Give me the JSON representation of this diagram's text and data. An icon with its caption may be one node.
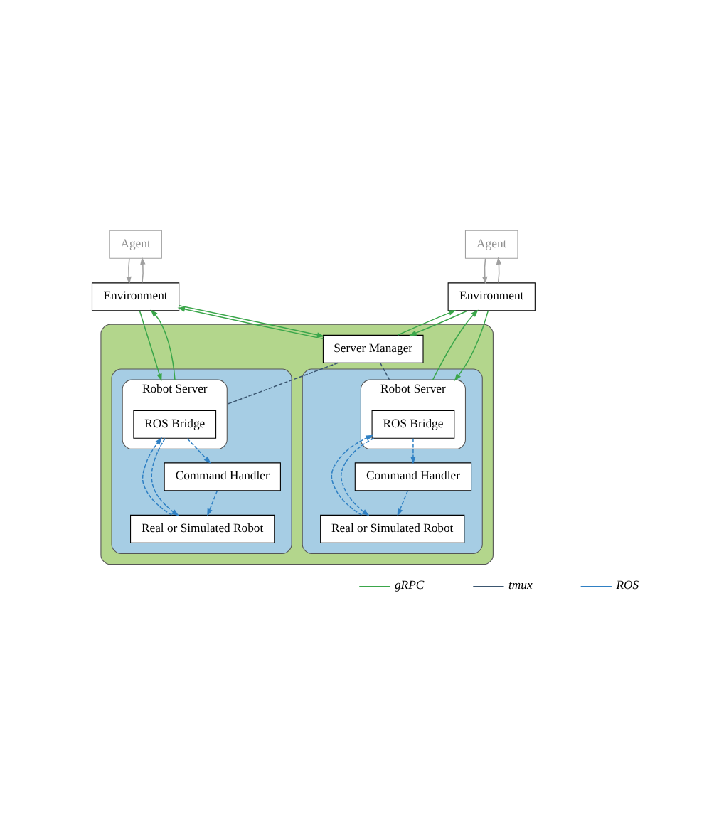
{
  "diagram": {
    "nodes": [
      {
        "text": [
          "Agent"
        ]
      },
      {
        "text": [
          "Environment"
        ]
      },
      {
        "text": [
          "Agent"
        ]
      },
      {
        "text": [
          "Environment"
        ]
      },
      {
        "text": [],
        "shape": "box"
      },
      {
        "text": [
          "Server Manager"
        ],
        "in": 4
      },
      {
        "text": [],
        "shape": "box",
        "in": 4
      },
      {
        "text": [
          "Robot Server"
        ],
        "in": 6
      },
      {
        "text": [
          "ROS Bridge"
        ],
        "in": 7
      },
      {
        "text": [
          "Command Handler"
        ],
        "in": 6
      },
      {
        "text": [
          "Real or Simulated Robot"
        ],
        "in": 6
      },
      {
        "text": [],
        "shape": "box",
        "in": 4
      },
      {
        "text": [
          "Robot Server"
        ],
        "in": 11
      },
      {
        "text": [
          "ROS Bridge"
        ],
        "in": 12
      },
      {
        "text": [
          "Command Handler"
        ],
        "in": 11
      },
      {
        "text": [
          "Real or Simulated Robot"
        ],
        "in": 11
      }
    ],
    "edges": [
      {
        "from": 0,
        "to": 1,
        "arrow": "to",
        "color": "#a0a0a0"
      },
      {
        "from": 1,
        "to": 0,
        "arrow": "to",
        "color": "#a0a0a0"
      },
      {
        "from": 2,
        "to": 3,
        "arrow": "to",
        "color": "#a0a0a0"
      },
      {
        "from": 3,
        "to": 2,
        "arrow": "to",
        "color": "#a0a0a0"
      },
      {
        "from": 1,
        "to": 7,
        "arrow": "to"
      },
      {
        "from": 7,
        "to": 1,
        "arrow": "to"
      },
      {
        "from": 1,
        "to": 5,
        "arrow": "to"
      },
      {
        "from": 5,
        "to": 1,
        "arrow": "to"
      },
      {
        "from": 5,
        "to": 3,
        "arrow": "to"
      },
      {
        "from": 3,
        "to": 5,
        "arrow": "to"
      },
      {
        "from": 3,
        "to": 12,
        "arrow": "to"
      },
      {
        "from": 12,
        "to": 3,
        "arrow": "to"
      },
      {
        "from": 5,
        "to": 7,
        "arrow": "none",
        "style": "dashed",
        "color": "#3b5670"
      },
      {
        "from": 5,
        "to": 12,
        "arrow": "none",
        "style": "dashed",
        "color": "#3b5670"
      },
      {
        "from": 8,
        "to": 9,
        "arrow": "to",
        "style": "dashed",
        "color": "#2f80c4"
      },
      {
        "from": 8,
        "to": 10,
        "arrow": "to",
        "style": "dashed",
        "color": "#2f80c4"
      },
      {
        "from": 10,
        "to": 8,
        "arrow": "to",
        "style": "dashed",
        "color": "#2f80c4"
      },
      {
        "from": 9,
        "to": 10,
        "arrow": "to",
        "style": "dashed",
        "color": "#2f80c4"
      },
      {
        "from": 13,
        "to": 14,
        "arrow": "to",
        "style": "dashed",
        "color": "#2f80c4"
      },
      {
        "from": 13,
        "to": 15,
        "arrow": "to",
        "style": "dashed",
        "color": "#2f80c4"
      },
      {
        "from": 15,
        "to": 13,
        "arrow": "to",
        "style": "dashed",
        "color": "#2f80c4"
      },
      {
        "from": 14,
        "to": 15,
        "arrow": "to",
        "style": "dashed",
        "color": "#2f80c4"
      }
    ],
    "legend": [
      {
        "text": "gRPC"
      },
      {
        "text": "tmux"
      },
      {
        "text": "ROS"
      }
    ]
  }
}
